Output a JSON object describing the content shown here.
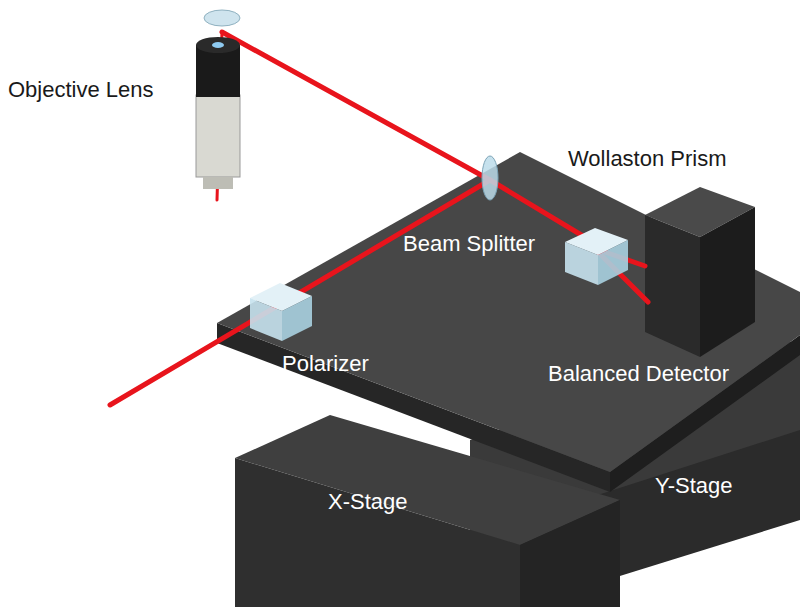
{
  "diagram": {
    "labels": [
      "Objective Lens",
      "Wollaston Prism",
      "Beam Splitter",
      "Polarizer",
      "Balanced Detector",
      "X-Stage",
      "Y-Stage"
    ]
  }
}
